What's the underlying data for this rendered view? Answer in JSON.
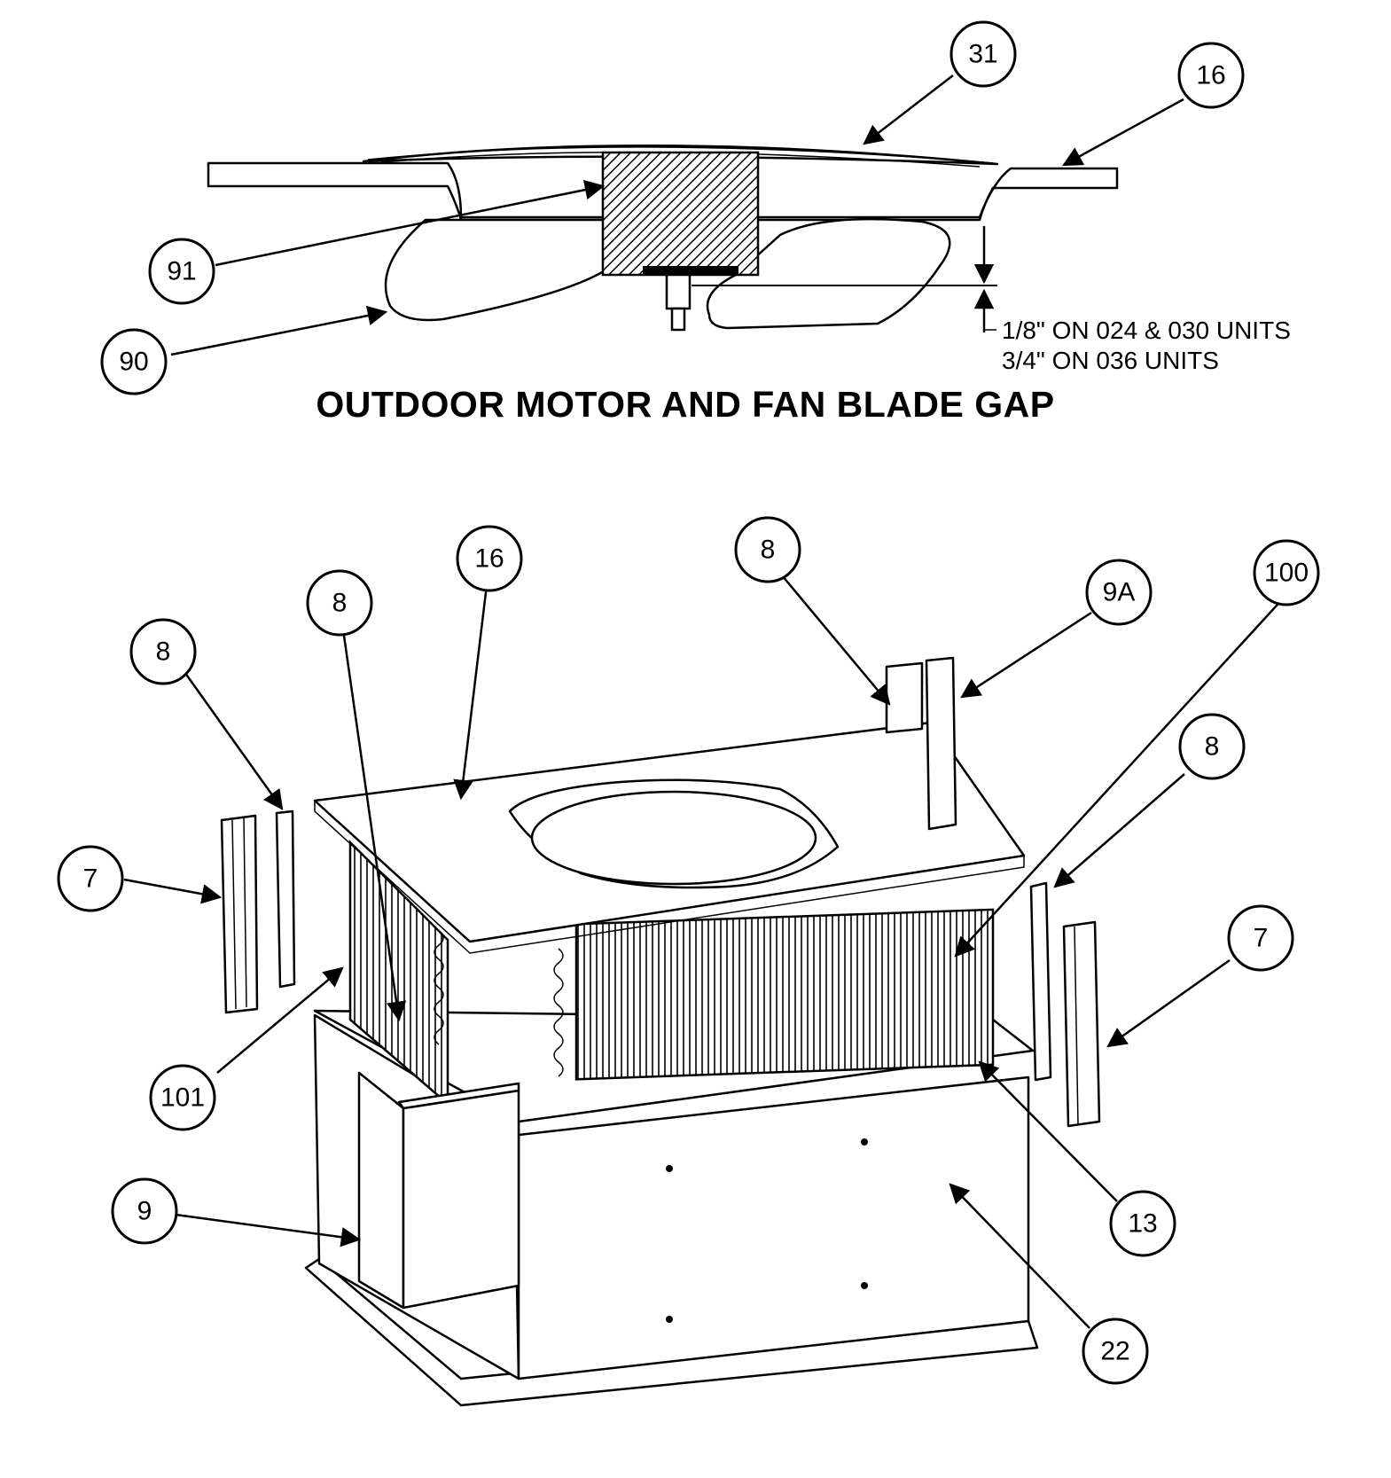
{
  "title": "OUTDOOR MOTOR AND FAN BLADE GAP",
  "gap_note": {
    "line1": "1/8\" ON 024 & 030 UNITS",
    "line2": "3/4\" ON 036 UNITS"
  },
  "callouts": {
    "c31": "31",
    "c16_top": "16",
    "c91": "91",
    "c90": "90",
    "c16": "16",
    "c8_a": "8",
    "c8_b": "8",
    "c8_c": "8",
    "c8_d": "8",
    "c9a": "9A",
    "c100": "100",
    "c7_left": "7",
    "c7_right": "7",
    "c101": "101",
    "c9": "9",
    "c13": "13",
    "c22": "22"
  }
}
